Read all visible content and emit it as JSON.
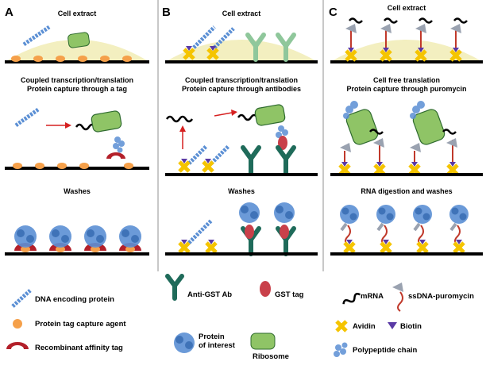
{
  "panels": [
    {
      "label": "A",
      "top_title": "Cell extract",
      "mid_title": [
        "Coupled transcription/translation",
        "Protein capture through a tag"
      ],
      "bottom_title": "Washes"
    },
    {
      "label": "B",
      "top_title": "Cell extract",
      "mid_title": [
        "Coupled transcription/translation",
        "Protein capture through antibodies"
      ],
      "bottom_title": "Washes"
    },
    {
      "label": "C",
      "top_title": "Cell extract",
      "mid_title": [
        "Cell free translation",
        "Protein capture through puromycin"
      ],
      "bottom_title": "RNA digestion and washes"
    }
  ],
  "legend": {
    "dna": "DNA encoding protein",
    "tag_capture": "Protein tag capture agent",
    "affinity_tag": "Recombinant affinity tag",
    "anti_gst": "Anti-GST Ab",
    "gst_tag": "GST tag",
    "protein_of_interest": [
      "Protein",
      "of interest"
    ],
    "ribosome": "Ribosome",
    "mrna": "mRNA",
    "ssdna_puromycin": "ssDNA-puromycin",
    "avidin": "Avidin",
    "biotin": "Biotin",
    "polypeptide": "Polypeptide chain"
  },
  "colors": {
    "extract": "#f3efc0",
    "baseline": "#000000",
    "capture_agent": "#f5a04a",
    "affinity_tag": "#b3202a",
    "antibody": "#1f6b5a",
    "antibody_light": "#8fc79b",
    "gst": "#c9404a",
    "protein": "#5b8fd4",
    "ribosome": "#8fc466",
    "avidin": "#f5c400",
    "biotin": "#5a3aa5",
    "arrow": "#d62020",
    "linker": "#c0392b"
  }
}
